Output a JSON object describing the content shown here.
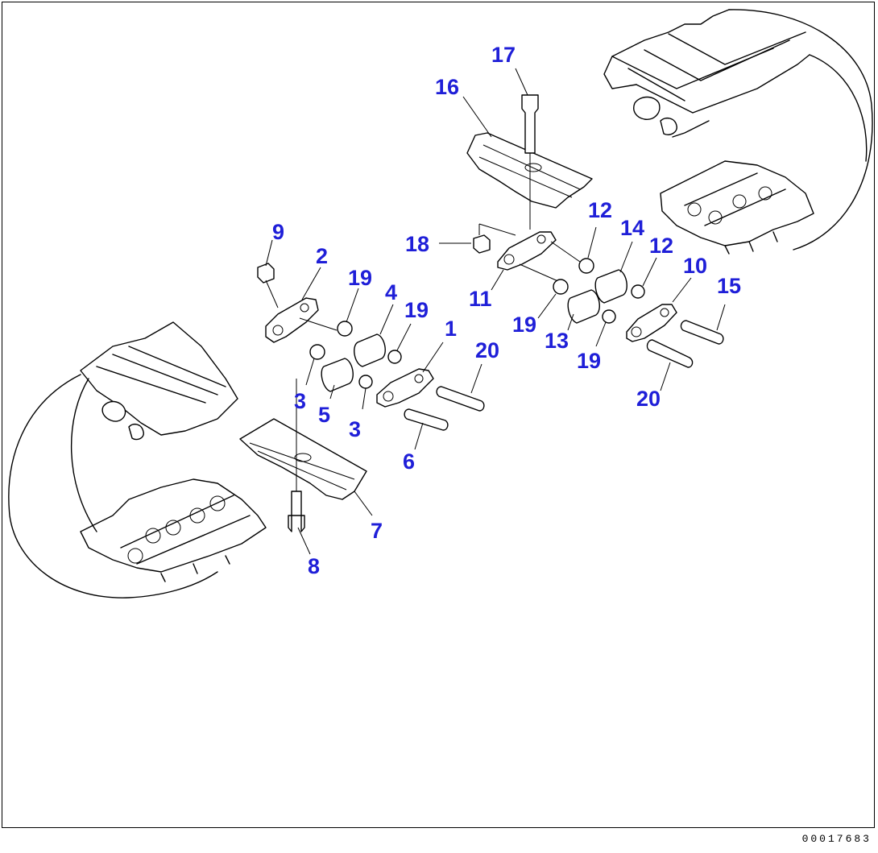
{
  "callouts": {
    "c1": "1",
    "c2": "2",
    "c3a": "3",
    "c3b": "3",
    "c4": "4",
    "c5": "5",
    "c6": "6",
    "c7": "7",
    "c8": "8",
    "c9": "9",
    "c10": "10",
    "c11": "11",
    "c12a": "12",
    "c12b": "12",
    "c13": "13",
    "c14": "14",
    "c15": "15",
    "c16": "16",
    "c17": "17",
    "c18": "18",
    "c19a": "19",
    "c19b": "19",
    "c19c": "19",
    "c19d": "19",
    "c20a": "20",
    "c20b": "20"
  },
  "drawing_number": "00017683",
  "colors": {
    "callout": "#1f1fd8",
    "line": "#000000",
    "background": "#ffffff"
  }
}
